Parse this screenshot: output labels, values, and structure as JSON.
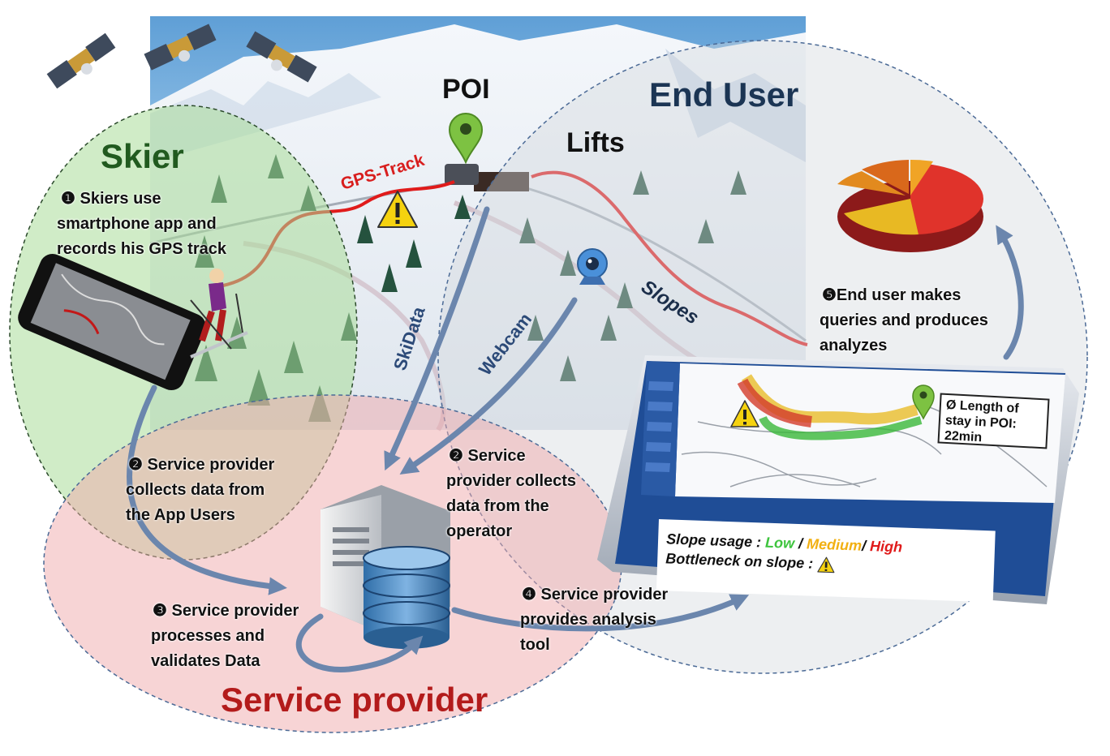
{
  "regions": {
    "skier_title": "Skier",
    "end_user_title": "End User",
    "service_provider_title": "Service provider",
    "poi_title": "POI",
    "lifts_title": "Lifts"
  },
  "map_labels": {
    "gps_track": "GPS-Track",
    "skidata": "SkiData",
    "webcam": "Webcam",
    "slopes": "Slopes"
  },
  "steps": {
    "step1": [
      "❶ Skiers use",
      "smartphone app and",
      "records his GPS track"
    ],
    "step2a": [
      "❷ Service provider",
      "collects data from",
      "the App Users"
    ],
    "step2b": [
      "❷ Service",
      "provider collects",
      "data from the",
      "operator"
    ],
    "step3": [
      "❸ Service provider",
      "processes and",
      "validates Data"
    ],
    "step4": [
      "❹ Service provider",
      "provides analysis",
      "tool"
    ],
    "step5": [
      "❺End user makes",
      "queries and produces",
      "analyzes"
    ]
  },
  "screen": {
    "stay_box": [
      "Ø Length of",
      "stay in POI:",
      "22min"
    ],
    "slope_usage_label": "Slope usage : ",
    "level_low": "Low",
    "level_sep1": " / ",
    "level_medium": "Medium",
    "level_sep2": "/ ",
    "level_high": "High",
    "bottleneck_label": "Bottleneck on slope : "
  },
  "colors": {
    "skier_region": "#b9e2ad",
    "service_region": "#f2bcbc",
    "end_user_region": "#dfe0e3",
    "gps_track": "#e01b1b",
    "arrow": "#6b86ad",
    "level_low": "#3ec43e",
    "level_medium": "#f2b012",
    "level_high": "#e01b1b"
  },
  "icons": [
    "satellite-icon",
    "poi-pin-icon",
    "warning-icon",
    "webcam-icon",
    "smartphone-icon",
    "skier-figure",
    "server-icon",
    "database-icon",
    "pie-chart-icon",
    "tablet-screen"
  ]
}
